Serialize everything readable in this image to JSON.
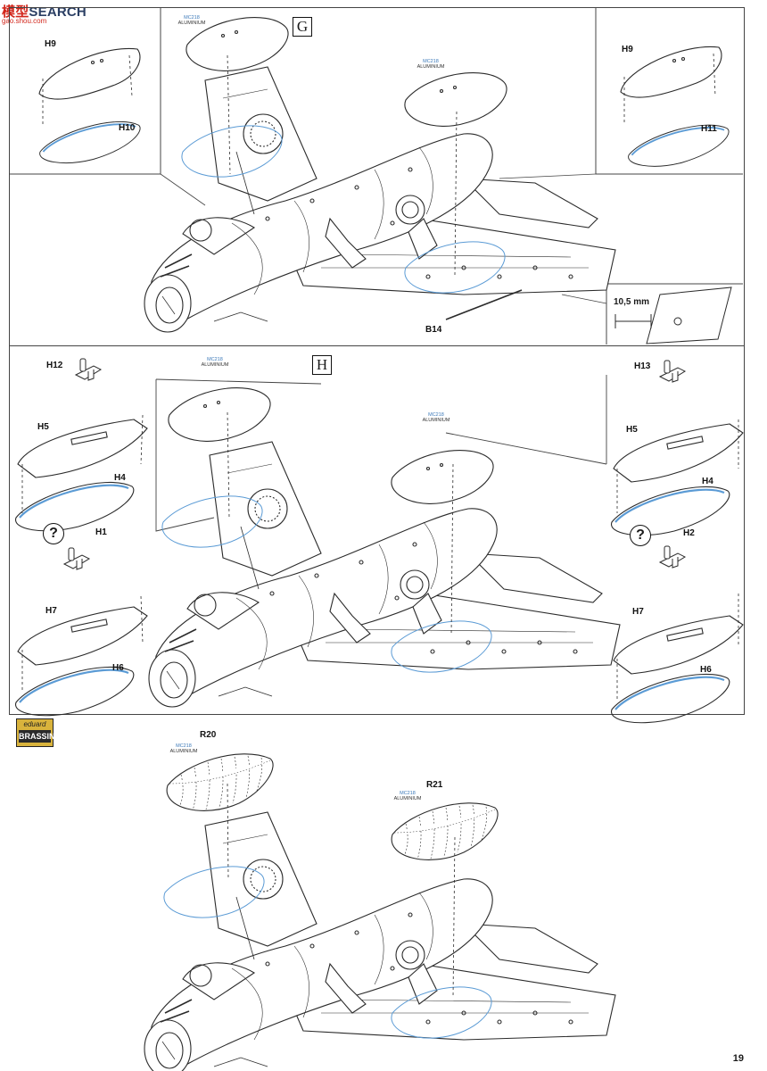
{
  "watermark": {
    "logo_red": "模型",
    "logo_text": "SEARCH",
    "subline": "gao.shou.com"
  },
  "page_number": "19",
  "step_g": {
    "badge": "G",
    "parts": {
      "h9_left": "H9",
      "h10": "H10",
      "h9_right": "H9",
      "h11": "H11",
      "b14": "B14"
    },
    "paint_left": {
      "code": "MC218",
      "material": "ALUMINIUM"
    },
    "paint_right": {
      "code": "MC218",
      "material": "ALUMINIUM"
    },
    "dimension": "10,5 mm"
  },
  "step_h": {
    "badge": "H",
    "parts": {
      "h12": "H12",
      "h5_left": "H5",
      "h4_left": "H4",
      "h1": "H1",
      "h7_left": "H7",
      "h6_left": "H6",
      "h13": "H13",
      "h5_right": "H5",
      "h4_right": "H4",
      "h2": "H2",
      "h7_right": "H7",
      "h6_right": "H6"
    },
    "question_left": "?",
    "question_right": "?",
    "paint_left": {
      "code": "MC218",
      "material": "ALUMINIUM"
    },
    "paint_right": {
      "code": "MC218",
      "material": "ALUMINIUM"
    }
  },
  "brassin_step": {
    "badge_top": "eduard",
    "badge_bottom": "BRASSIN",
    "parts": {
      "r20": "R20",
      "r21": "R21"
    },
    "paint_left": {
      "code": "MC218",
      "material": "ALUMINIUM"
    },
    "paint_right": {
      "code": "MC218",
      "material": "ALUMINIUM"
    }
  },
  "colors": {
    "line": "#2b2b2b",
    "guide_blue": "#5b9bd5",
    "paint_blue": "#3a78b8",
    "brassin_gold": "#d9b33c"
  }
}
